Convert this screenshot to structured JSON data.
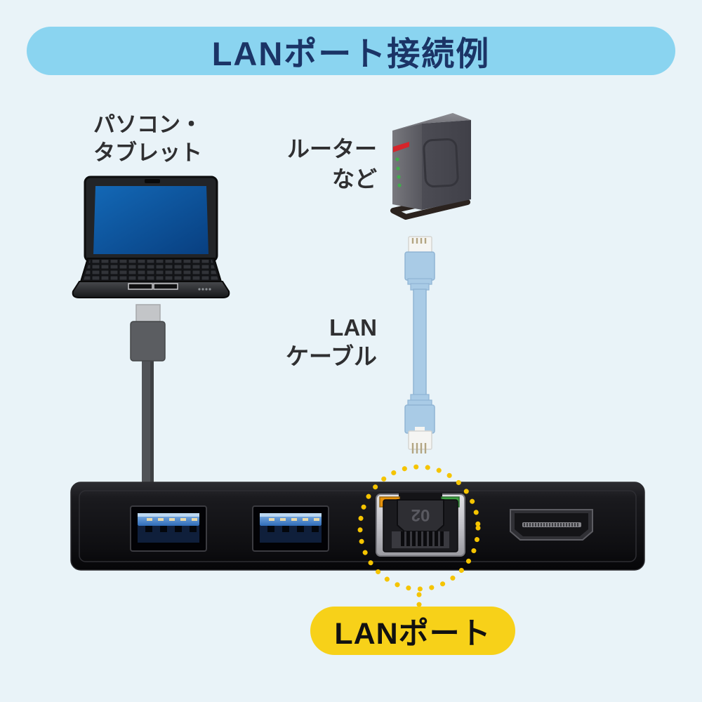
{
  "title": {
    "label": "LANポート接続例"
  },
  "labels": {
    "computer": "パソコン・\nタブレット",
    "router": "ルーター\nなど",
    "cable": "LAN\nケーブル",
    "lan_port_callout": "LANポート"
  },
  "hub": {
    "lan_port_marking": "02",
    "ports": [
      "usb-a-port",
      "usb-a-port",
      "lan-port",
      "hdmi-port"
    ]
  },
  "colors": {
    "background": "#E9F3F8",
    "banner_bg": "#8AD4F0",
    "banner_text": "#1B3466",
    "callout_bg": "#F7D119",
    "callout_text": "#111111",
    "highlight_dotted": "#F5C400",
    "cable_blue": "#A9CBE6",
    "usb_tongue_blue": "#3F7FD0",
    "led_orange": "#E8930C",
    "led_green": "#3FA344",
    "laptop_screen_blue": "#0F5CA8",
    "router_stripe_red": "#D5252B"
  }
}
